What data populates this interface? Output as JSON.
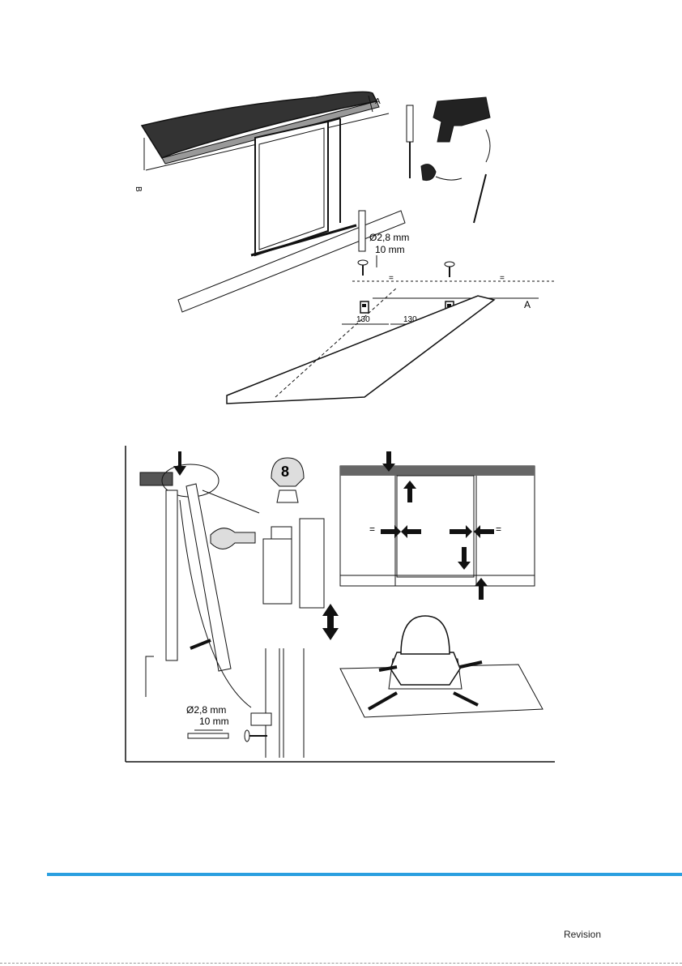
{
  "figure1": {
    "drill_label": "Ø2,8 mm",
    "depth_label": "10 mm",
    "dim_a": "A",
    "dim_b": "B",
    "dim_130_left": "130",
    "dim_130_right": "130",
    "equal_mark": "="
  },
  "figure2": {
    "wrench_size": "8",
    "drill_label": "Ø2,8 mm",
    "depth_label": "10 mm",
    "equal_mark": "="
  },
  "footer": {
    "text": "Revision"
  }
}
